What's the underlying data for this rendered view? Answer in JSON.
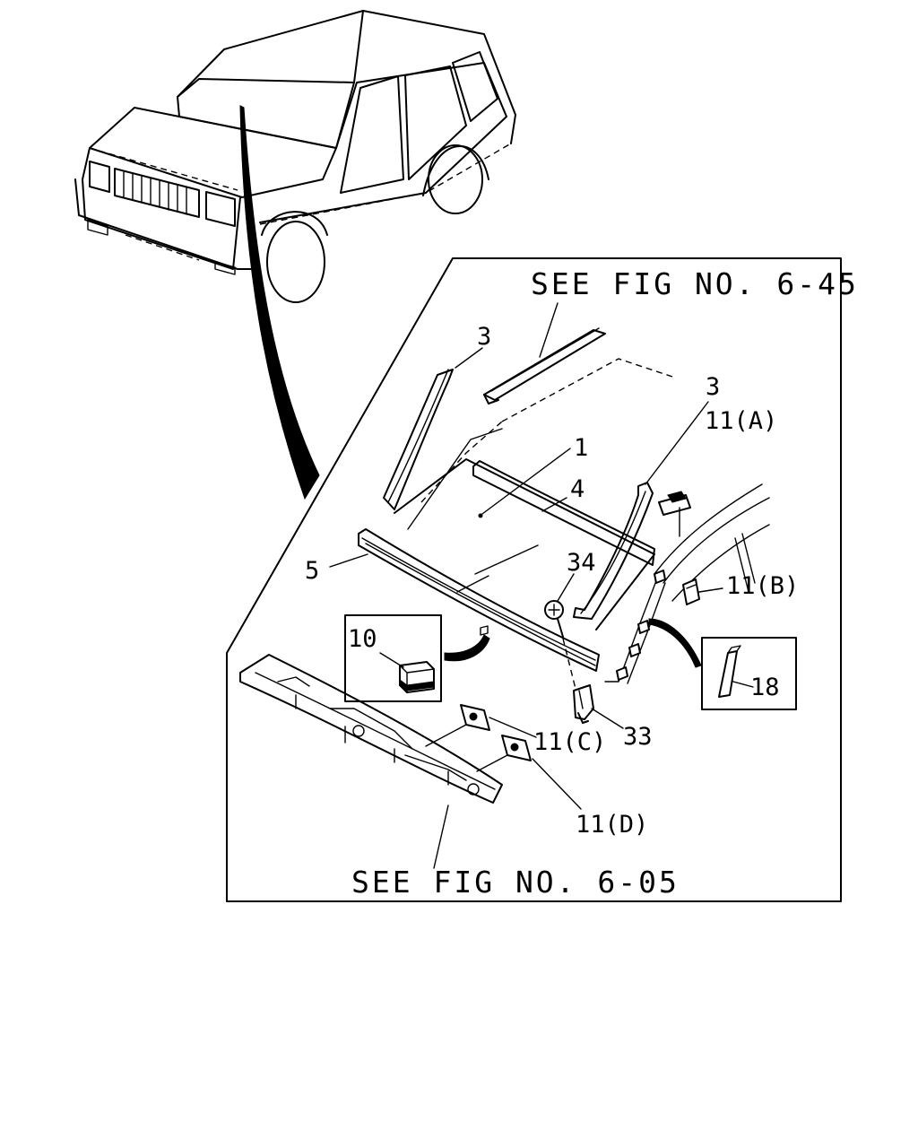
{
  "references": {
    "top": "SEE FIG NO. 6-45",
    "bottom": "SEE FIG NO. 6-05"
  },
  "callouts": {
    "c3_left": "3",
    "c3_right": "3",
    "c11a": "11(A)",
    "c1": "1",
    "c4": "4",
    "c5": "5",
    "c34": "34",
    "c11b": "11(B)",
    "c10": "10",
    "c18": "18",
    "c33": "33",
    "c11c": "11(C)",
    "c11d": "11(D)"
  }
}
